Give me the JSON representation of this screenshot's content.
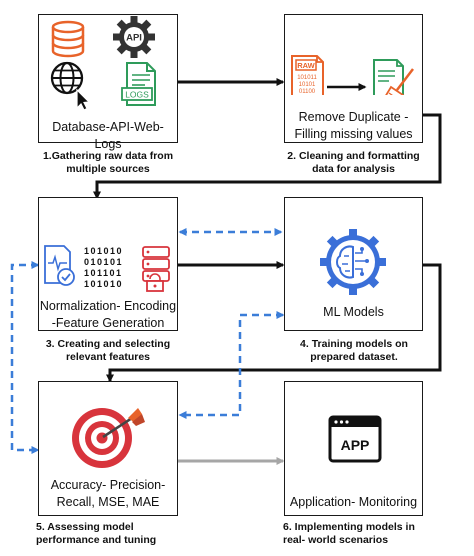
{
  "colors": {
    "orange": "#e8632a",
    "green": "#2e9b5a",
    "blue": "#3a6fd8",
    "dash_blue": "#3b7dd8",
    "gray_arrow": "#a6a6a6",
    "dark": "#1a1a1a",
    "red": "#d8343c"
  },
  "steps": [
    {
      "label": "Database-API-Web-Logs",
      "caption": "1.Gathering raw data from multiple sources",
      "icons": [
        "database-icon",
        "api-gear-icon",
        "web-globe-icon",
        "logs-file-icon"
      ],
      "icon_text": {
        "api": "API",
        "logs": "LOGS"
      }
    },
    {
      "label": "Remove Duplicate - Filling missing values",
      "caption": "2. Cleaning and formatting data for analysis",
      "icons": [
        "raw-data-file-icon",
        "cleaning-broom-icon"
      ],
      "icon_text": {
        "raw": "RAW",
        "bits": "101011 10101 01100"
      }
    },
    {
      "label": "Normalization- Encoding -Feature Generation",
      "caption": "3. Creating and selecting relevant features",
      "icons": [
        "signal-check-file-icon",
        "binary-data-icon",
        "secured-server-icon"
      ],
      "icon_text": {
        "binary": "1 0 1 0 1 0 0 1 0 1 0 1 1 0 1 1 0 1 1 0 1 0 1 0"
      }
    },
    {
      "label": "ML Models",
      "caption": "4. Training models on prepared dataset.",
      "icons": [
        "ai-brain-gear-icon"
      ]
    },
    {
      "label": "Accuracy- Precision- Recall, MSE, MAE",
      "caption": "5. Assessing model performance and tuning",
      "icons": [
        "target-dart-icon"
      ]
    },
    {
      "label": "Application- Monitoring",
      "caption": "6. Implementing models in real- world scenarios",
      "icons": [
        "app-window-icon"
      ],
      "icon_text": {
        "app": "APP"
      }
    }
  ]
}
